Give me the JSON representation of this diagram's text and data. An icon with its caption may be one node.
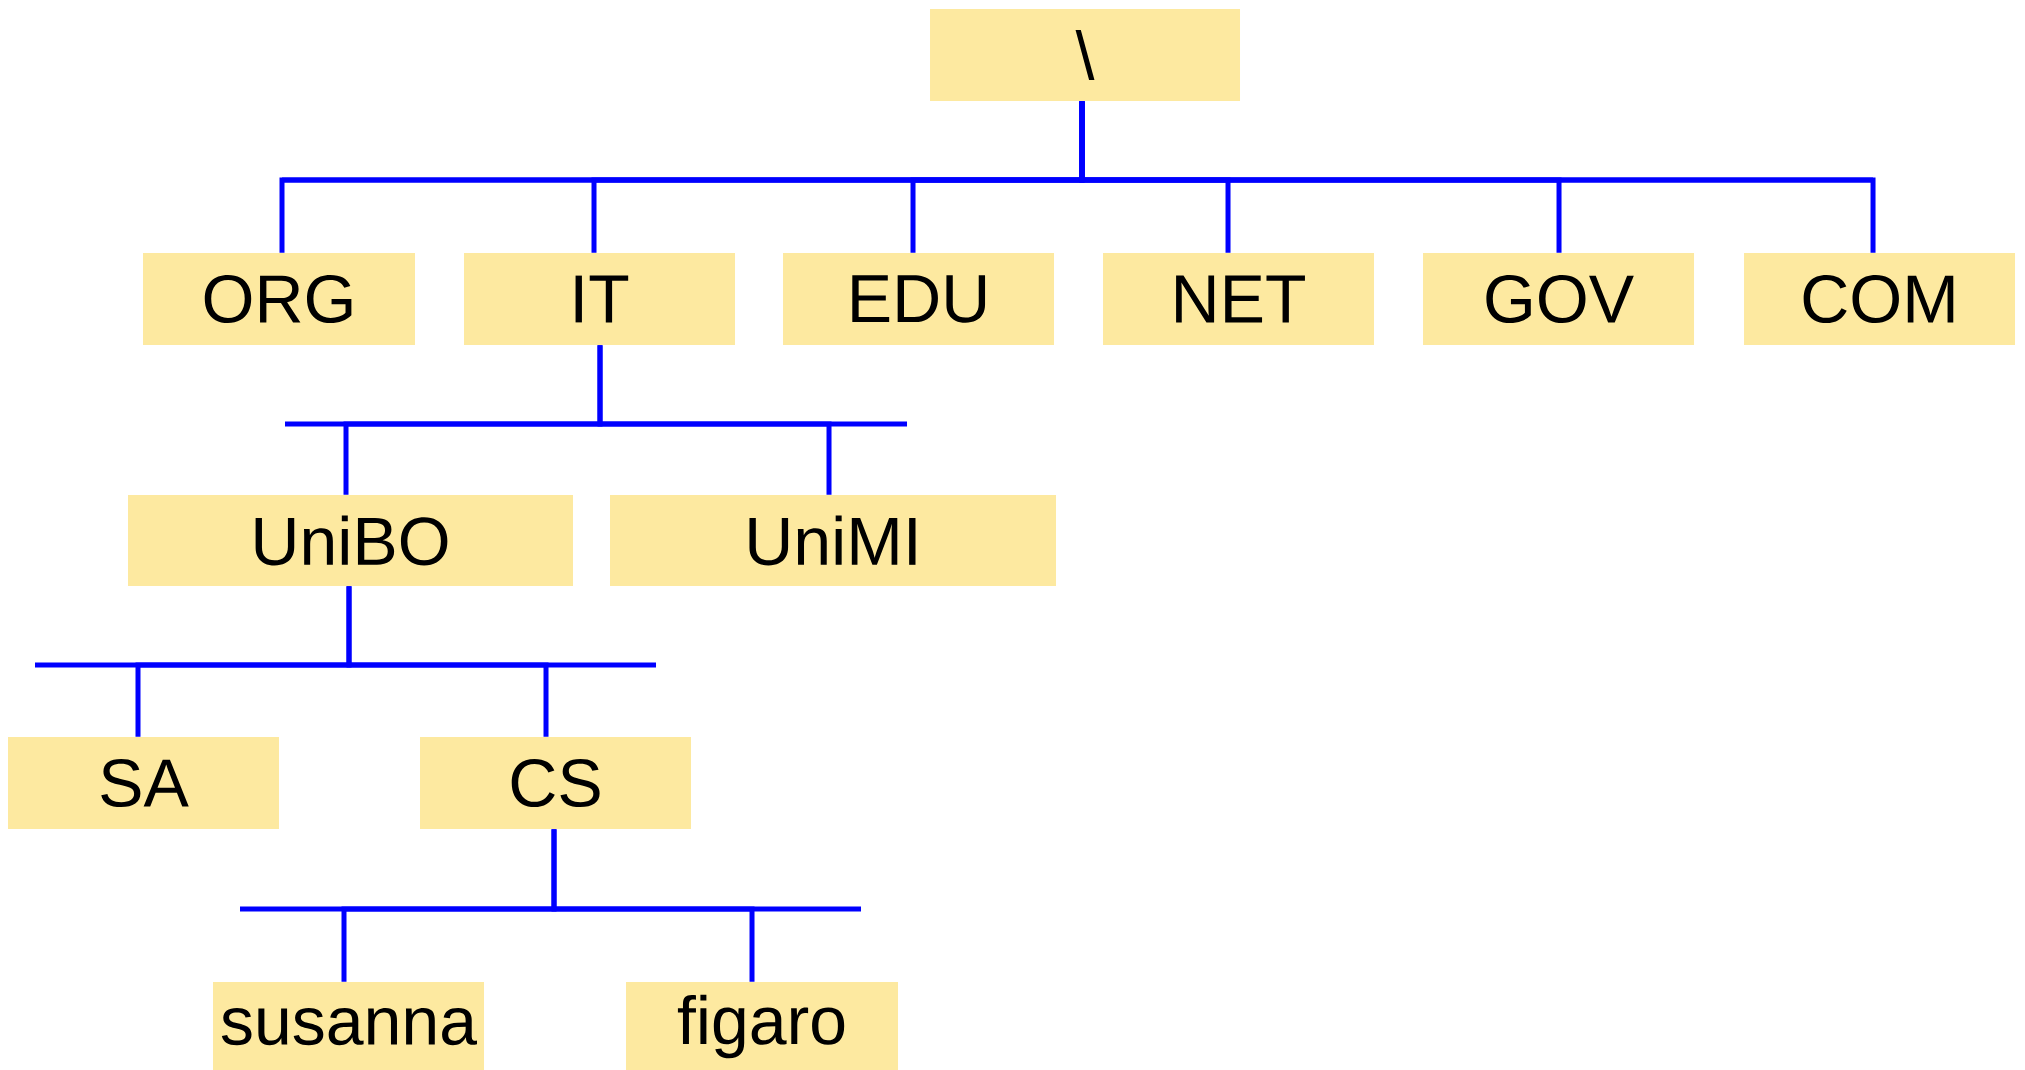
{
  "diagram": {
    "nodes": [
      {
        "text": [
          "\\"
        ]
      },
      {
        "text": [
          "ORG"
        ]
      },
      {
        "text": [
          "IT"
        ]
      },
      {
        "text": [
          "EDU"
        ]
      },
      {
        "text": [
          "NET"
        ]
      },
      {
        "text": [
          "GOV"
        ]
      },
      {
        "text": [
          "COM"
        ]
      },
      {
        "text": [
          "UniBO"
        ]
      },
      {
        "text": [
          "UniMI"
        ]
      },
      {
        "text": [
          "SA"
        ]
      },
      {
        "text": [
          "CS"
        ]
      },
      {
        "text": [
          "susanna"
        ]
      },
      {
        "text": [
          "figaro"
        ]
      }
    ],
    "edges": [
      {
        "from": 0,
        "to": 1,
        "arrow": "none"
      },
      {
        "from": 0,
        "to": 2,
        "arrow": "none"
      },
      {
        "from": 0,
        "to": 3,
        "arrow": "none"
      },
      {
        "from": 0,
        "to": 4,
        "arrow": "none"
      },
      {
        "from": 0,
        "to": 5,
        "arrow": "none"
      },
      {
        "from": 0,
        "to": 6,
        "arrow": "none"
      },
      {
        "from": 2,
        "to": 7,
        "arrow": "none"
      },
      {
        "from": 2,
        "to": 8,
        "arrow": "none"
      },
      {
        "from": 7,
        "to": 9,
        "arrow": "none"
      },
      {
        "from": 7,
        "to": 10,
        "arrow": "none"
      },
      {
        "from": 10,
        "to": 11,
        "arrow": "none"
      },
      {
        "from": 10,
        "to": 12,
        "arrow": "none"
      }
    ]
  }
}
